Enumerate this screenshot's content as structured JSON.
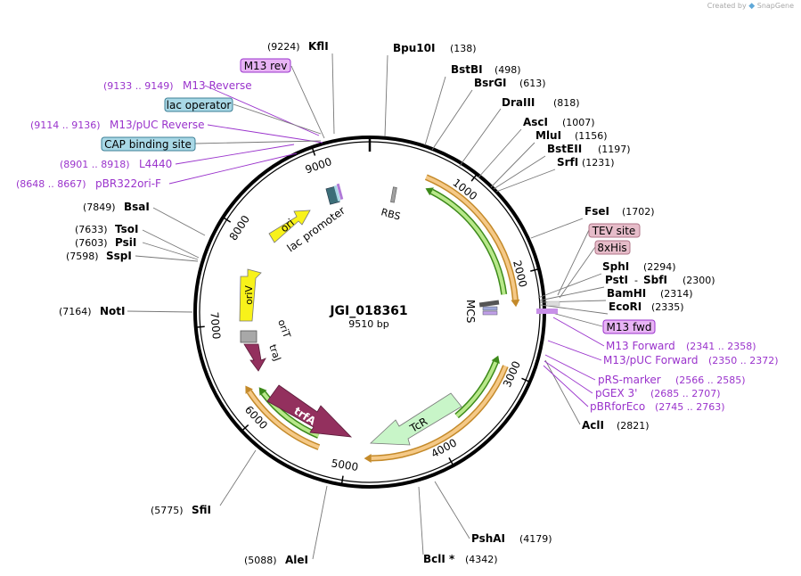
{
  "brand": {
    "created_by": "Created by",
    "product": "SnapGene"
  },
  "plasmid": {
    "name": "JGI_018361",
    "size_label": "9510 bp",
    "length": 9510
  },
  "ticks": [
    {
      "label": "1000",
      "bp": 1000
    },
    {
      "label": "2000",
      "bp": 2000
    },
    {
      "label": "3000",
      "bp": 3000
    },
    {
      "label": "4000",
      "bp": 4000
    },
    {
      "label": "5000",
      "bp": 5000
    },
    {
      "label": "6000",
      "bp": 6000
    },
    {
      "label": "7000",
      "bp": 7000
    },
    {
      "label": "8000",
      "bp": 8000
    },
    {
      "label": "9000",
      "bp": 9000
    }
  ],
  "sites": [
    {
      "name": "KflI",
      "pos": "(9224)",
      "bp": 9224,
      "side": "left"
    },
    {
      "name": "Bpu10I",
      "pos": "(138)",
      "bp": 138,
      "side": "right"
    },
    {
      "name": "BstBI",
      "pos": "(498)",
      "bp": 498,
      "side": "right"
    },
    {
      "name": "BsrGI",
      "pos": "(613)",
      "bp": 613,
      "side": "right"
    },
    {
      "name": "DraIII",
      "pos": "(818)",
      "bp": 818,
      "side": "right"
    },
    {
      "name": "AscI",
      "pos": "(1007)",
      "bp": 1007,
      "side": "right"
    },
    {
      "name": "MluI",
      "pos": "(1156)",
      "bp": 1156,
      "side": "right"
    },
    {
      "name": "BstEII",
      "pos": "(1197)",
      "bp": 1197,
      "side": "right"
    },
    {
      "name": "SrfI",
      "pos": "(1231)",
      "bp": 1231,
      "side": "right"
    },
    {
      "name": "FseI",
      "pos": "(1702)",
      "bp": 1702,
      "side": "right"
    },
    {
      "name": "SphI",
      "pos": "(2294)",
      "bp": 2294,
      "side": "right"
    },
    {
      "name": "PstI",
      "pos": "",
      "bp": 2300,
      "side": "right"
    },
    {
      "name": "SbfI",
      "pos": "(2300)",
      "bp": 2300,
      "side": "right"
    },
    {
      "name": "BamHI",
      "pos": "(2314)",
      "bp": 2314,
      "side": "right"
    },
    {
      "name": "EcoRI",
      "pos": "(2335)",
      "bp": 2335,
      "side": "right"
    },
    {
      "name": "AclI",
      "pos": "(2821)",
      "bp": 2821,
      "side": "right"
    },
    {
      "name": "PshAI",
      "pos": "(4179)",
      "bp": 4179,
      "side": "right"
    },
    {
      "name": "BclI *",
      "pos": "(4342)",
      "bp": 4342,
      "side": "right"
    },
    {
      "name": "AleI",
      "pos": "(5088)",
      "bp": 5088,
      "side": "left"
    },
    {
      "name": "SfiI",
      "pos": "(5775)",
      "bp": 5775,
      "side": "left"
    },
    {
      "name": "NotI",
      "pos": "(7164)",
      "bp": 7164,
      "side": "left"
    },
    {
      "name": "SspI",
      "pos": "(7598)",
      "bp": 7598,
      "side": "left"
    },
    {
      "name": "PsiI",
      "pos": "(7603)",
      "bp": 7603,
      "side": "left"
    },
    {
      "name": "TsoI",
      "pos": "(7633)",
      "bp": 7633,
      "side": "left"
    },
    {
      "name": "BsaI",
      "pos": "(7849)",
      "bp": 7849,
      "side": "left"
    }
  ],
  "primers": [
    {
      "name": "M13 Reverse",
      "range": "(9133 .. 9149)",
      "side": "left"
    },
    {
      "name": "M13/pUC Reverse",
      "range": "(9114 .. 9136)",
      "side": "left"
    },
    {
      "name": "L4440",
      "range": "(8901 .. 8918)",
      "side": "left"
    },
    {
      "name": "pBR322ori-F",
      "range": "(8648 .. 8667)",
      "side": "left"
    },
    {
      "name": "M13 Forward",
      "range": "(2341 .. 2358)",
      "side": "right"
    },
    {
      "name": "M13/pUC Forward",
      "range": "(2350 .. 2372)",
      "side": "right"
    },
    {
      "name": "pRS-marker",
      "range": "(2566 .. 2585)",
      "side": "right"
    },
    {
      "name": "pGEX 3'",
      "range": "(2685 .. 2707)",
      "side": "right"
    },
    {
      "name": "pBRforEco",
      "range": "(2745 .. 2763)",
      "side": "right"
    }
  ],
  "boxed_features": [
    {
      "name": "M13 rev",
      "fill": "#e8b4f5",
      "stroke": "#9a33cc"
    },
    {
      "name": "lac operator",
      "fill": "#a9d8e6",
      "stroke": "#3c7f95"
    },
    {
      "name": "CAP binding site",
      "fill": "#a9d8e6",
      "stroke": "#3c7f95"
    },
    {
      "name": "TEV site",
      "fill": "#e6bcc9",
      "stroke": "#b07488"
    },
    {
      "name": "8xHis",
      "fill": "#e6bcc9",
      "stroke": "#b07488"
    },
    {
      "name": "M13 fwd",
      "fill": "#e8b4f5",
      "stroke": "#9a33cc"
    }
  ],
  "features": [
    {
      "name": "ori",
      "color": "#f8f21a"
    },
    {
      "name": "oriV",
      "color": "#f8f21a"
    },
    {
      "name": "oriT",
      "color": "#a0a0a0"
    },
    {
      "name": "traJ",
      "color": "#93305e"
    },
    {
      "name": "trfA",
      "color": "#93305e"
    },
    {
      "name": "TcR",
      "color": "#c8f5c8"
    },
    {
      "name": "lac promoter",
      "color": "#3c6e78"
    },
    {
      "name": "RBS",
      "color": "#a0a0a0"
    },
    {
      "name": "MCS",
      "color": "#a0a0a0"
    }
  ],
  "colors": {
    "orf_outer": "#f5c987",
    "orf_outer_edge": "#c48a2a",
    "orf_inner": "#b8e88a",
    "orf_inner_edge": "#3d8a1a",
    "primer": "#9a33cc"
  }
}
